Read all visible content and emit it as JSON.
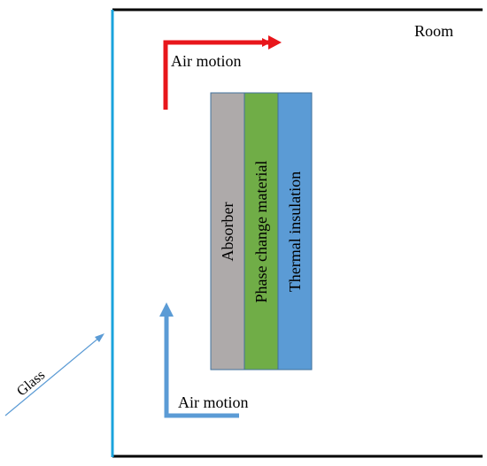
{
  "labels": {
    "room": "Room",
    "air_motion_top": "Air motion",
    "air_motion_bottom": "Air motion",
    "glass": "Glass",
    "absorber": "Absorber",
    "phase_change_material": "Phase change material",
    "thermal_insulation": "Thermal insulation"
  },
  "colors": {
    "glass_wall": "#1aa3dc",
    "room_wall": "#000000",
    "warm_air": "#e8161b",
    "cool_air": "#5b9bd5",
    "glass_pointer": "#5b9bd5",
    "absorber": "#aeaaaa",
    "phase_change_material": "#70ad47",
    "thermal_insulation": "#5b9bd5",
    "layer_border": "#41719c"
  },
  "icons": {
    "warm_air": "arrow-right-icon",
    "cool_air": "arrow-up-icon",
    "glass_pointer": "arrow-up-right-icon"
  }
}
